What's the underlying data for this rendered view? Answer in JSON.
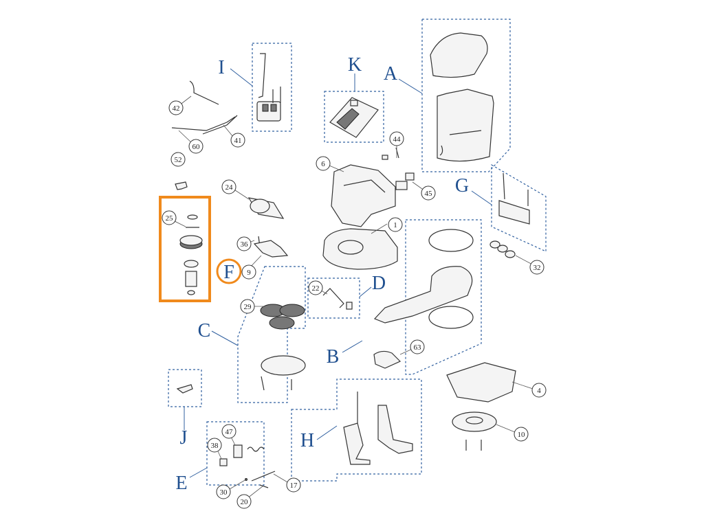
{
  "groups": {
    "A": "A",
    "B": "B",
    "C": "C",
    "D": "D",
    "E": "E",
    "F": "F",
    "G": "G",
    "H": "H",
    "I": "I",
    "J": "J",
    "K": "K"
  },
  "callouts": {
    "c1": "1",
    "c4": "4",
    "c6": "6",
    "c9": "9",
    "c10": "10",
    "c17": "17",
    "c20": "20",
    "c22": "22",
    "c24": "24",
    "c25": "25",
    "c29": "29",
    "c30": "30",
    "c32": "32",
    "c36": "36",
    "c38": "38",
    "c41": "41",
    "c42": "42",
    "c44": "44",
    "c45": "45",
    "c47": "47",
    "c52": "52",
    "c60": "60",
    "c63": "63"
  },
  "highlight": {
    "group": "F",
    "color": "#f08a1c"
  },
  "colors": {
    "group_letters": "#1f4f8f",
    "dashed_frames": "#2f5f9f"
  }
}
